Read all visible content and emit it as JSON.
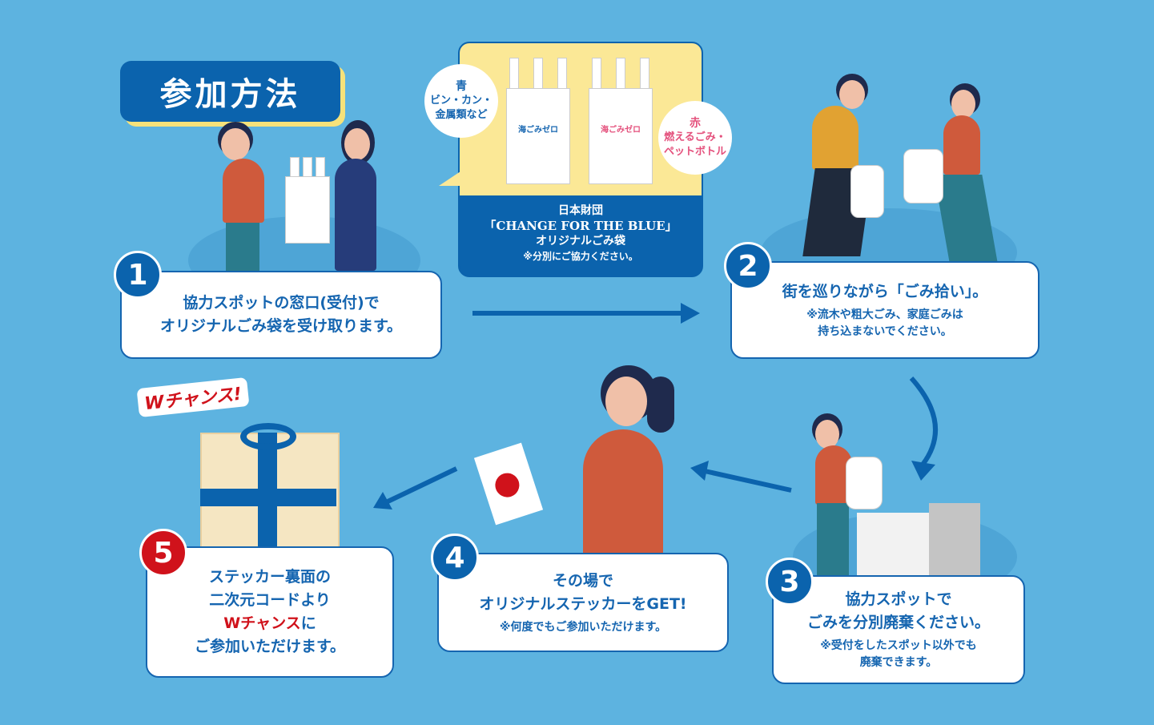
{
  "title": "参加方法",
  "bag_panel": {
    "line1": "日本財団",
    "line2": "「CHANGE FOR THE BLUE」",
    "line3": "オリジナルごみ袋",
    "note": "※分別にご協力ください。",
    "bag_label": "海ごみゼロ",
    "blue_bubble": {
      "color_name": "青",
      "line1": "ビン・カン・",
      "line2": "金属類など"
    },
    "red_bubble": {
      "color_name": "赤",
      "line1": "燃えるごみ・",
      "line2": "ペットボトル"
    }
  },
  "steps": [
    {
      "num": "1",
      "line1": "協力スポットの窓口(受付)で",
      "line2": "オリジナルごみ袋を受け取ります。"
    },
    {
      "num": "2",
      "line1": "街を巡りながら「ごみ拾い」。",
      "note1": "※流木や粗大ごみ、家庭ごみは",
      "note2": "持ち込まないでください。"
    },
    {
      "num": "3",
      "line1": "協力スポットで",
      "line2": "ごみを分別廃棄ください。",
      "note1": "※受付をしたスポット以外でも",
      "note2": "廃棄できます。"
    },
    {
      "num": "4",
      "line1": "その場で",
      "line2": "オリジナルステッカーをGET!",
      "note1": "※何度でもご参加いただけます。"
    },
    {
      "num": "5",
      "line1": "ステッカー裏面の",
      "line2": "二次元コードより",
      "line3": "Wチャンス",
      "line3b": "に",
      "line4": "ご参加いただけます。"
    }
  ],
  "badge": "Wチャンス!",
  "colors": {
    "background": "#5db3e0",
    "primary": "#0b63ad",
    "accent_red": "#d0121b",
    "yellow": "#f6e27a"
  }
}
